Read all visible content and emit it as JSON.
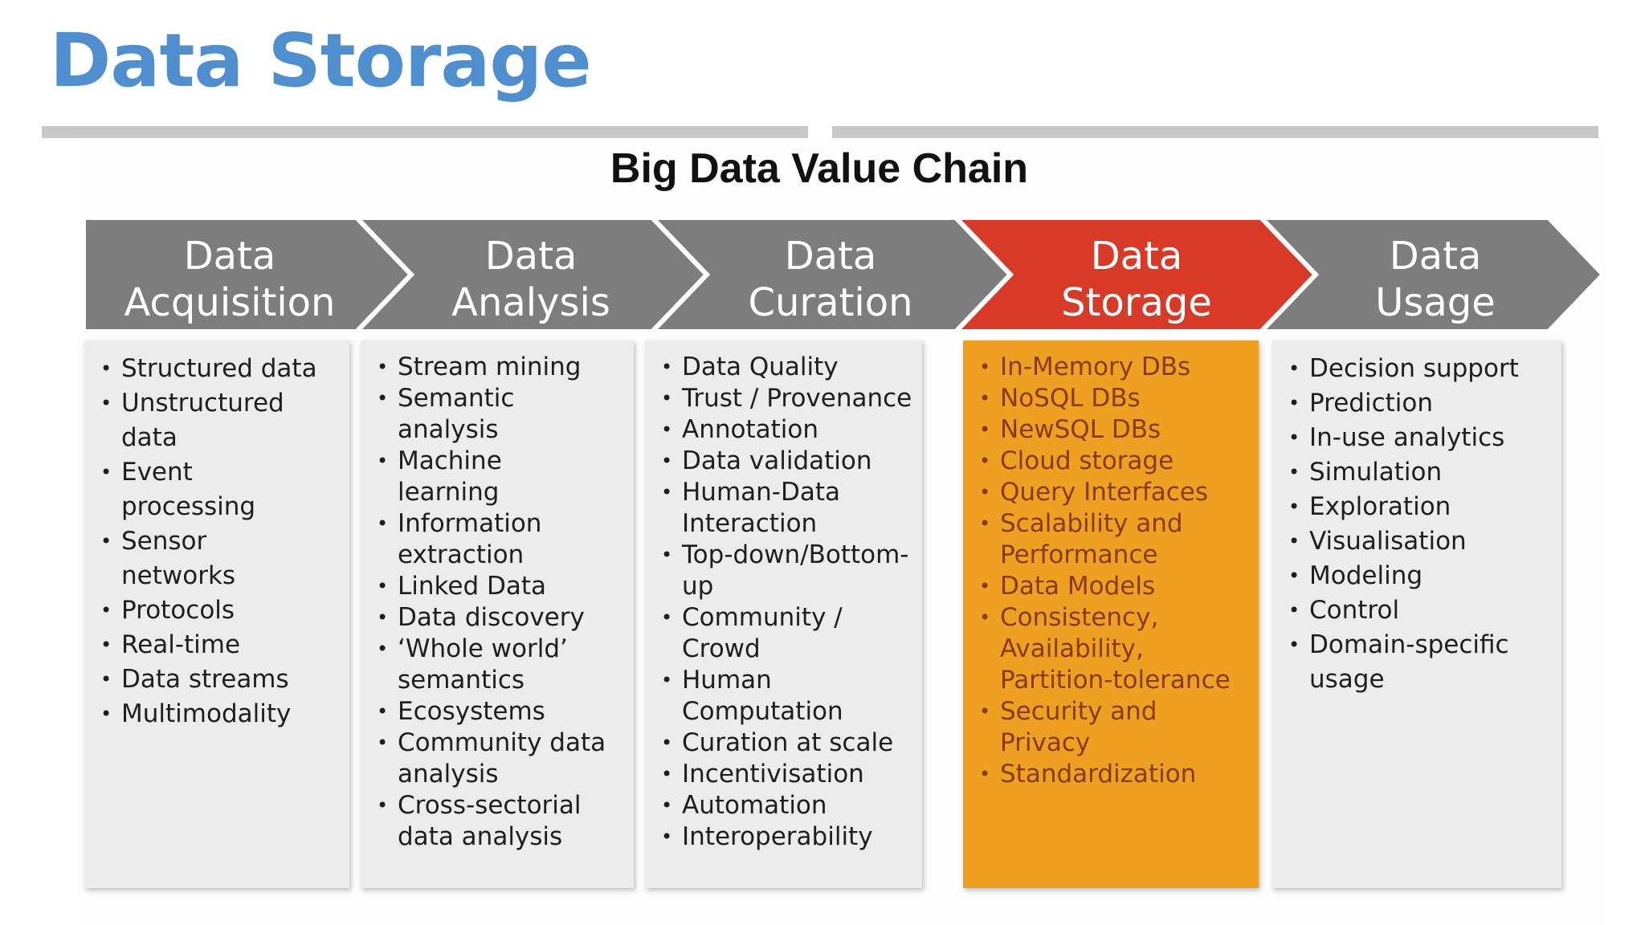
{
  "page": {
    "title": "Data Storage"
  },
  "chain": {
    "title": "Big Data Value Chain",
    "highlight_color": "#d93a28",
    "stage_color": "#7d7d7d",
    "highlight_card_color": "#eea020",
    "card_color": "#ececec",
    "stages": [
      {
        "label_line1": "Data",
        "label_line2": "Acquisition",
        "items": [
          "Structured data",
          "Unstructured",
          "data",
          "Event",
          "processing",
          "Sensor",
          "networks",
          "Protocols",
          "Real-time",
          "Data streams",
          "Multimodality"
        ],
        "bullets": [
          true,
          true,
          false,
          true,
          false,
          true,
          false,
          true,
          true,
          true,
          true
        ]
      },
      {
        "label_line1": "Data",
        "label_line2": "Analysis",
        "items": [
          "Stream mining",
          "Semantic",
          "analysis",
          "Machine",
          "learning",
          "Information",
          "extraction",
          "Linked Data",
          "Data discovery",
          "‘Whole world’",
          "semantics",
          "Ecosystems",
          "Community data",
          "analysis",
          "Cross-sectorial",
          "data analysis"
        ],
        "bullets": [
          true,
          true,
          false,
          true,
          false,
          true,
          false,
          true,
          true,
          true,
          false,
          true,
          true,
          false,
          true,
          false
        ]
      },
      {
        "label_line1": "Data",
        "label_line2": "Curation",
        "items": [
          "Data Quality",
          "Trust / Provenance",
          "Annotation",
          "Data validation",
          "Human-Data",
          "Interaction",
          "Top-down/Bottom-",
          "up",
          "Community /",
          "Crowd",
          "Human",
          "Computation",
          "Curation at scale",
          "Incentivisation",
          "Automation",
          "Interoperability"
        ],
        "bullets": [
          true,
          true,
          true,
          true,
          true,
          false,
          true,
          false,
          true,
          false,
          true,
          false,
          true,
          true,
          true,
          true
        ]
      },
      {
        "label_line1": "Data",
        "label_line2": "Storage",
        "items": [
          "In-Memory DBs",
          "NoSQL DBs",
          "NewSQL DBs",
          "Cloud storage",
          "Query Interfaces",
          "Scalability and",
          "Performance",
          "Data Models",
          "Consistency,",
          "Availability,",
          "Partition-tolerance",
          "Security and",
          "Privacy",
          "Standardization"
        ],
        "bullets": [
          true,
          true,
          true,
          true,
          true,
          true,
          false,
          true,
          true,
          false,
          false,
          true,
          false,
          true
        ]
      },
      {
        "label_line1": "Data",
        "label_line2": "Usage",
        "items": [
          "Decision support",
          "Prediction",
          "In-use analytics",
          "Simulation",
          "Exploration",
          "Visualisation",
          "Modeling",
          "Control",
          "Domain-specific",
          "usage"
        ],
        "bullets": [
          true,
          true,
          true,
          true,
          true,
          true,
          true,
          true,
          true,
          false
        ]
      }
    ]
  }
}
